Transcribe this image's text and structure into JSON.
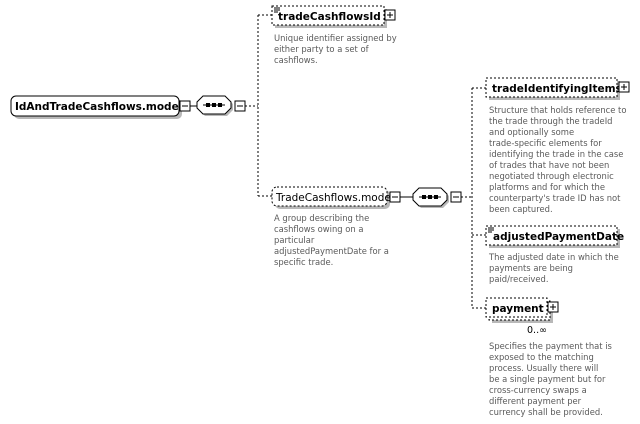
{
  "root": {
    "label": "IdAndTradeCashflows.model"
  },
  "nodes": {
    "tradeCashflowsId": {
      "label": "tradeCashflowsId",
      "description": [
        "Unique identifier assigned by",
        "either party to a set of",
        "cashflows."
      ]
    },
    "tradeCashflowsModel": {
      "label": "TradeCashflows.model",
      "description": [
        "A group describing the",
        "cashflows owing on a",
        "particular",
        "adjustedPaymentDate for a",
        "specific trade."
      ]
    },
    "tradeIdentifyingItems": {
      "label": "tradeIdentifyingItems",
      "description": [
        "Structure that holds reference to",
        "the trade through the tradeId",
        "and optionally some",
        "trade-specific elements for",
        "identifying the trade in the case",
        "of trades that have not been",
        "negotiated through electronic",
        "platforms and for which the",
        "counterparty's trade ID has not",
        "been captured."
      ]
    },
    "adjustedPaymentDate": {
      "label": "adjustedPaymentDate",
      "description": [
        "The adjusted date in which the",
        "payments are being",
        "paid/received."
      ]
    },
    "payment": {
      "label": "payment",
      "occurrence": "0..∞",
      "description": [
        "Specifies the payment that is",
        "exposed to the matching",
        "process. Usually there will",
        "be a single payment but for",
        "cross-currency swaps a",
        "different payment per",
        "currency shall be provided."
      ]
    }
  },
  "colors": {
    "line": "#000000",
    "description_text": "#5a5a5a",
    "box_fill": "#ffffff",
    "shadow": "#b8b8b8"
  }
}
